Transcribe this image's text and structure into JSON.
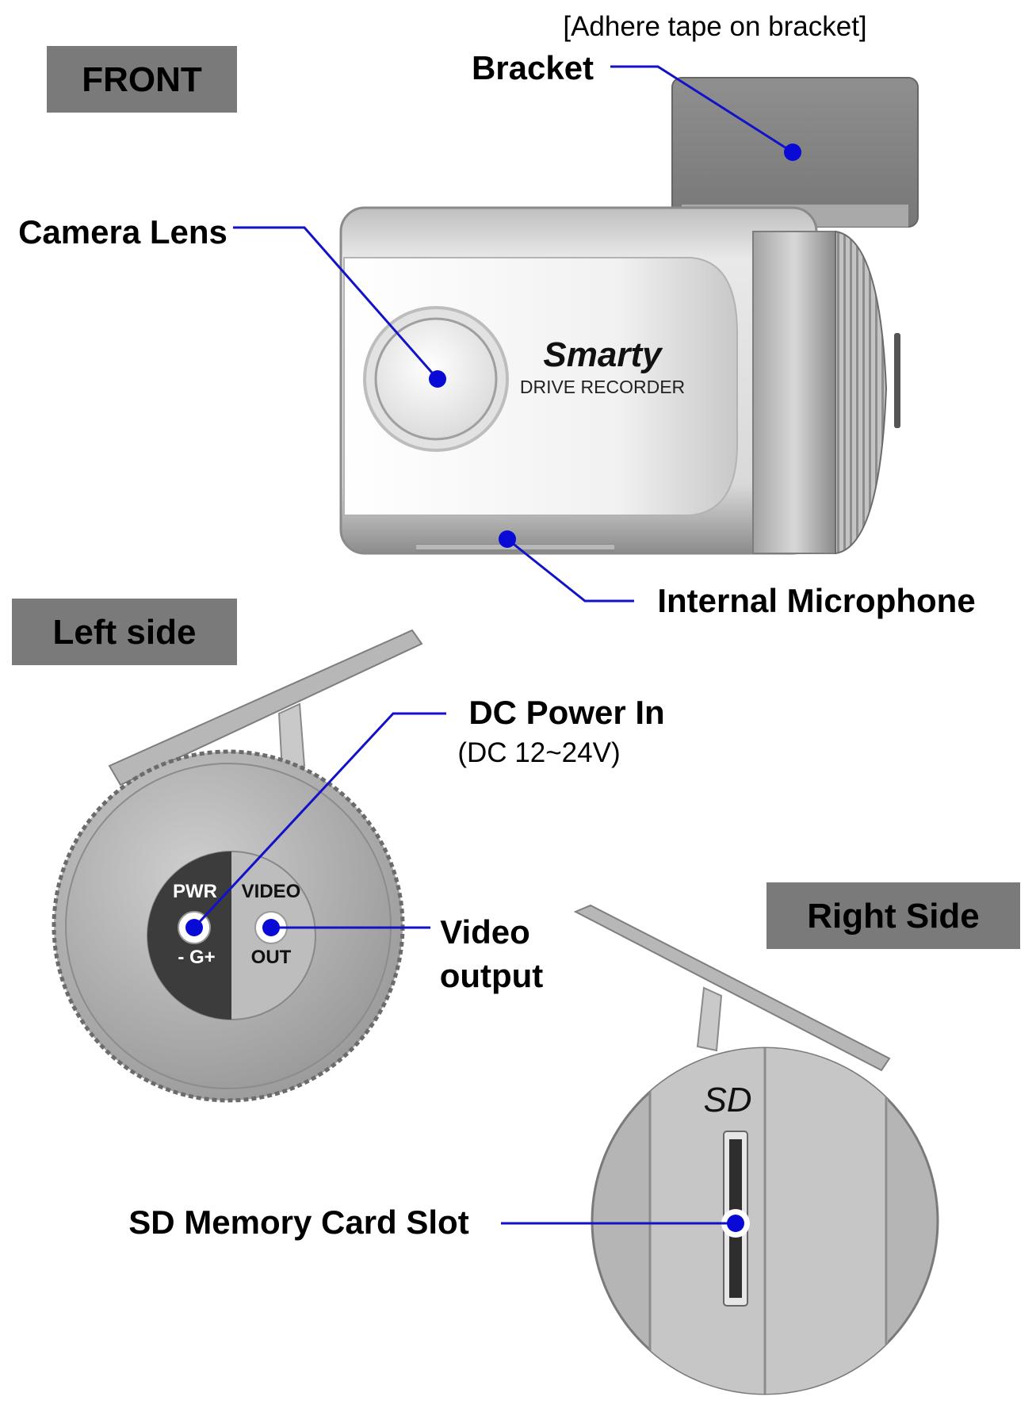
{
  "sections": {
    "front": "FRONT",
    "left": "Left side",
    "right": "Right Side"
  },
  "front_view": {
    "bracket_note": "[Adhere tape on bracket]",
    "bracket_label": "Bracket",
    "lens_label": "Camera Lens",
    "mic_label": "Internal Microphone",
    "brand_name": "Smarty",
    "brand_subtitle": "DRIVE RECORDER"
  },
  "left_view": {
    "dc_label": "DC Power In",
    "dc_voltage": "(DC 12~24V)",
    "pwr_top": "PWR",
    "pwr_bottom": "- G+",
    "video_top": "VIDEO",
    "video_bottom": "OUT",
    "video_label_1": "Video",
    "video_label_2": "output"
  },
  "right_view": {
    "sd_mark": "SD",
    "sd_slot_label": "SD Memory Card Slot"
  },
  "colors": {
    "leader_line": "#1212c8",
    "dot": "#0a0ad6",
    "section_box": "#7a7a7a"
  }
}
